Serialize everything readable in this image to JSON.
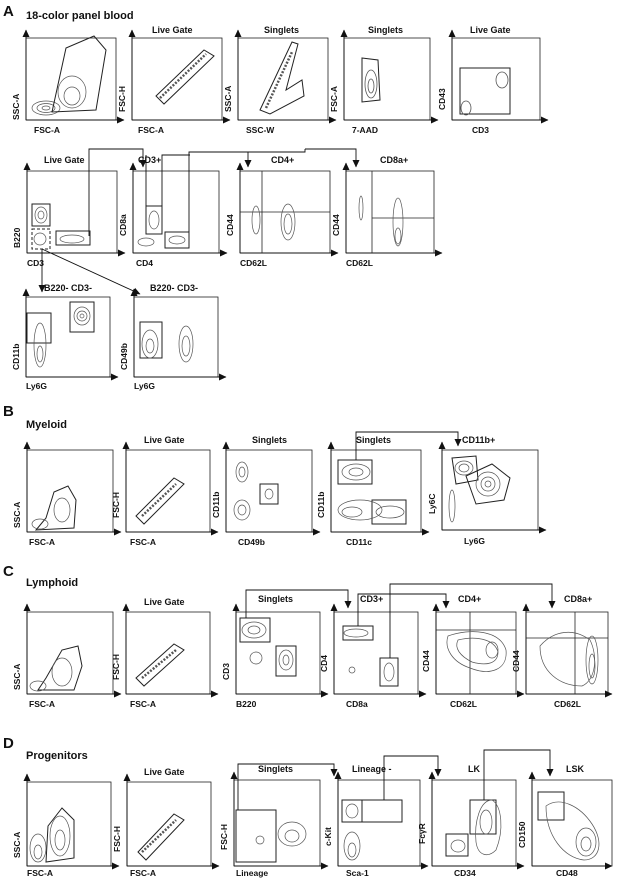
{
  "panel_labels": [
    "A",
    "B",
    "C",
    "D"
  ],
  "section_titles": {
    "A": "18-color panel blood",
    "B": "Myeloid",
    "C": "Lymphoid",
    "D": "Progenitors"
  },
  "rows": [
    {
      "section": "A",
      "plots": [
        {
          "gate": "",
          "x": "FSC-A",
          "y": "SSC-A"
        },
        {
          "gate": "Live Gate",
          "x": "FSC-A",
          "y": "FSC-H"
        },
        {
          "gate": "Singlets",
          "x": "SSC-W",
          "y": "SSC-A"
        },
        {
          "gate": "Singlets",
          "x": "7-AAD",
          "y": "FSC-A"
        },
        {
          "gate": "Live Gate",
          "x": "CD3",
          "y": "CD43"
        }
      ]
    },
    {
      "section": "A",
      "plots": [
        {
          "gate": "Live Gate",
          "x": "CD3",
          "y": "B220"
        },
        {
          "gate": "CD3+",
          "x": "CD4",
          "y": "CD8a"
        },
        {
          "gate": "CD4+",
          "x": "CD62L",
          "y": "CD44"
        },
        {
          "gate": "CD8a+",
          "x": "CD62L",
          "y": "CD44"
        }
      ]
    },
    {
      "section": "A",
      "plots": [
        {
          "gate": "B220- CD3-",
          "x": "Ly6G",
          "y": "CD11b"
        },
        {
          "gate": "B220- CD3-",
          "x": "Ly6G",
          "y": "CD49b"
        }
      ]
    },
    {
      "section": "B",
      "plots": [
        {
          "gate": "",
          "x": "FSC-A",
          "y": "SSC-A"
        },
        {
          "gate": "Live Gate",
          "x": "FSC-A",
          "y": "FSC-H"
        },
        {
          "gate": "Singlets",
          "x": "CD49b",
          "y": "CD11b"
        },
        {
          "gate": "Singlets",
          "x": "CD11c",
          "y": "CD11b"
        },
        {
          "gate": "CD11b+",
          "x": "Ly6G",
          "y": "Ly6C"
        }
      ]
    },
    {
      "section": "C",
      "plots": [
        {
          "gate": "",
          "x": "FSC-A",
          "y": "SSC-A"
        },
        {
          "gate": "Live Gate",
          "x": "FSC-A",
          "y": "FSC-H"
        },
        {
          "gate": "Singlets",
          "x": "B220",
          "y": "CD3"
        },
        {
          "gate": "CD3+",
          "x": "CD8a",
          "y": "CD4"
        },
        {
          "gate": "CD4+",
          "x": "CD62L",
          "y": "CD44"
        },
        {
          "gate": "CD8a+",
          "x": "CD62L",
          "y": "CD44"
        }
      ]
    },
    {
      "section": "D",
      "plots": [
        {
          "gate": "",
          "x": "FSC-A",
          "y": "SSC-A"
        },
        {
          "gate": "Live Gate",
          "x": "FSC-A",
          "y": "FSC-H"
        },
        {
          "gate": "Singlets",
          "x": "Lineage",
          "y": "FSC-H"
        },
        {
          "gate": "Lineage -",
          "x": "Sca-1",
          "y": "c-Kit"
        },
        {
          "gate": "LK",
          "x": "CD34",
          "y": "FcγR"
        },
        {
          "gate": "LSK",
          "x": "CD48",
          "y": "CD150"
        }
      ]
    }
  ]
}
